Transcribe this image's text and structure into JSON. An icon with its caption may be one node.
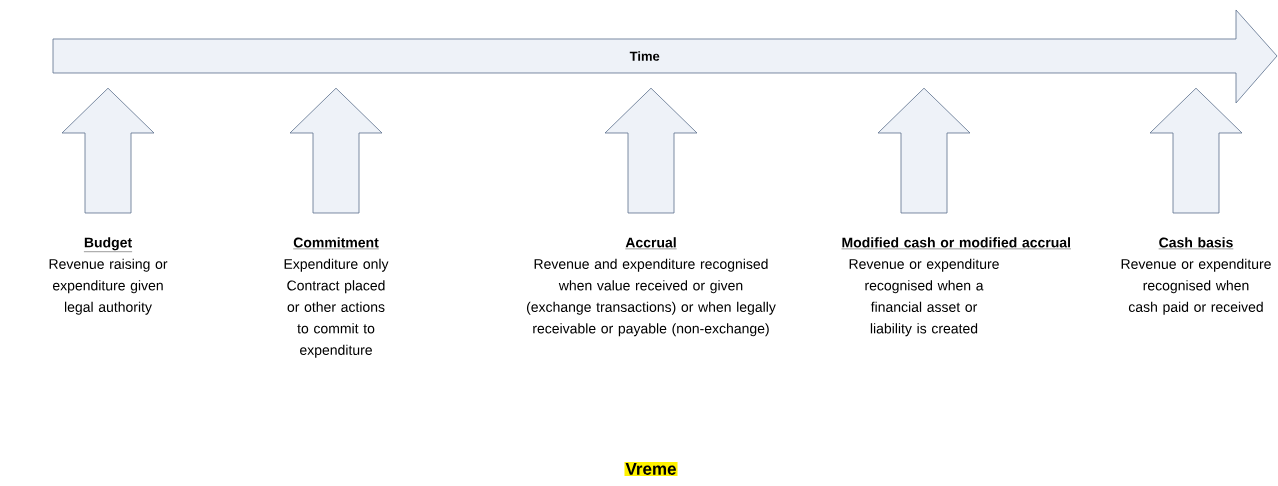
{
  "diagram": {
    "nodes": [
      {
        "text": [
          "Time"
        ]
      },
      {
        "text": [
          "Budget",
          "Revenue raising or expenditure given legal authority"
        ]
      },
      {
        "text": [
          "Commitment",
          "Expenditure only Contract placed or other actions to commit to expenditure"
        ]
      },
      {
        "text": [
          "Accrual",
          "Revenue and expenditure recognised when value received or given (exchange transactions) or when legally receivable or payable (non-exchange)"
        ]
      },
      {
        "text": [
          "Modified cash or modified accrual",
          "Revenue or expenditure recognised when a financial asset or liability is created"
        ]
      },
      {
        "text": [
          "Cash basis",
          "Revenue or expenditure recognised when cash paid or received"
        ]
      }
    ],
    "edges": [
      {
        "from": 1,
        "to": 0,
        "arrow": "to"
      },
      {
        "from": 2,
        "to": 0,
        "arrow": "to"
      },
      {
        "from": 3,
        "to": 0,
        "arrow": "to"
      },
      {
        "from": 4,
        "to": 0,
        "arrow": "to"
      },
      {
        "from": 5,
        "to": 0,
        "arrow": "to"
      }
    ],
    "labels": [
      "Vreme"
    ]
  }
}
